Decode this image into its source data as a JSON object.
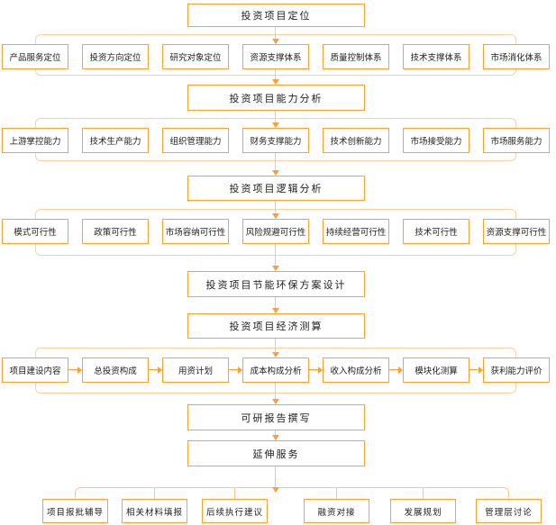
{
  "diagram": {
    "stages": [
      "投资项目定位",
      "投资项目能力分析",
      "投资项目逻辑分析",
      "投资项目节能环保方案设计",
      "投资项目经济测算",
      "可研报告撰写",
      "延伸服务"
    ],
    "row1": [
      "产品服务定位",
      "投资方向定位",
      "研究对象定位",
      "资源支撑体系",
      "质量控制体系",
      "技术支撑体系",
      "市场消化体系"
    ],
    "row2": [
      "上游掌控能力",
      "技术生产能力",
      "组织管理能力",
      "财务支撑能力",
      "技术创新能力",
      "市场接受能力",
      "市场服务能力"
    ],
    "row3": [
      "模式可行性",
      "政策可行性",
      "市场容纳可行性",
      "风险规避可行性",
      "持续经营可行性",
      "技术可行性",
      "资源支撑可行性"
    ],
    "row4": [
      "项目建设内容",
      "总投资构成",
      "用资计划",
      "成本构成分析",
      "收入构成分析",
      "模块化测算",
      "获利能力评价"
    ],
    "bottom": [
      "项目报批辅导",
      "相关材料填报",
      "后续执行建议",
      "融资对接",
      "发展规划",
      "管理层讨论"
    ]
  },
  "colors": {
    "box_border": "#ffa033",
    "connector_light": "#fcd0a0",
    "connector_mid": "#fdc684",
    "arrow": "#ff9d2e",
    "text": "#1c1c1c",
    "background": "#ffffff"
  }
}
